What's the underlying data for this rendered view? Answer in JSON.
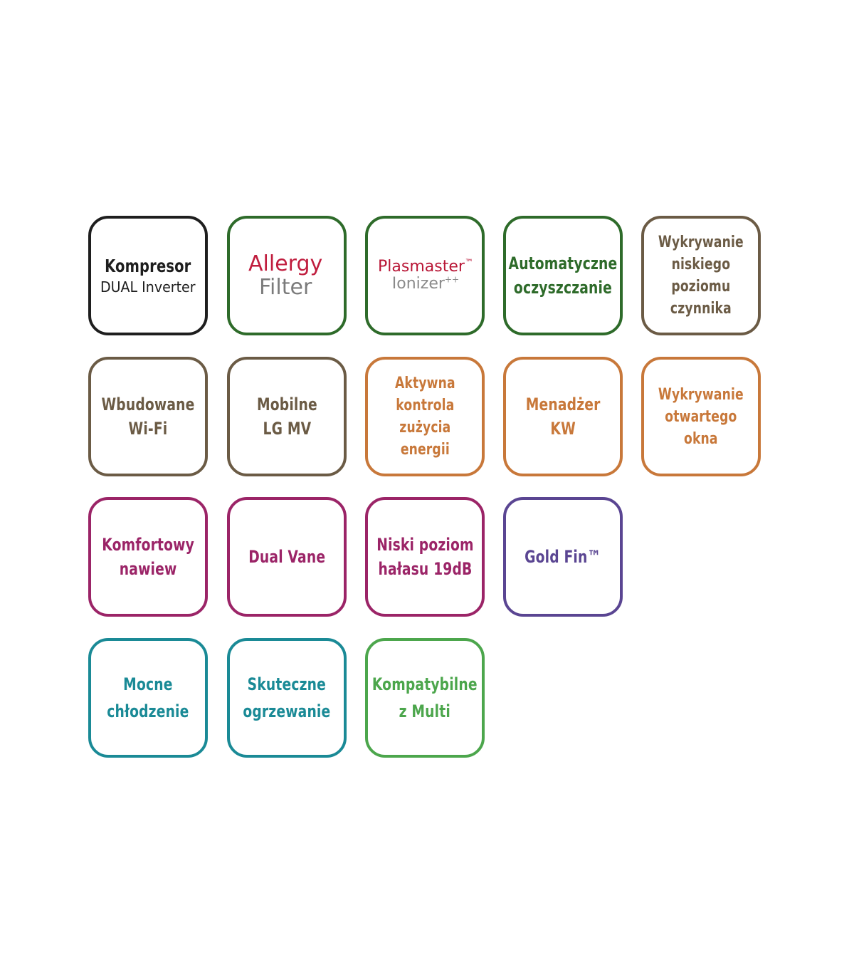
{
  "colors": {
    "black": "#1e1e1e",
    "dark_green": "#2e6b2a",
    "brown": "#6b5b45",
    "orange": "#c8783a",
    "magenta": "#9b2467",
    "purple": "#5a4592",
    "teal": "#1a8a96",
    "light_green": "#4ca64c",
    "allergy_red": "#c01d3e",
    "filter_gray": "#7b7b7b",
    "plasmaster_red": "#b81535",
    "ionizer_gray": "#8a8a8a"
  },
  "tiles": {
    "kompresor": {
      "line1": "Kompresor",
      "line2": "DUAL Inverter"
    },
    "allergy": {
      "line1": "Allergy",
      "line2": "Filter"
    },
    "plasmaster": {
      "line1": "Plasmaster",
      "tm": "™",
      "line2": "Ionizer",
      "plus": "++"
    },
    "auto_clean": {
      "line1": "Automatyczne",
      "line2": "oczyszczanie"
    },
    "refrigerant": {
      "line1": "Wykrywanie",
      "line2": "niskiego",
      "line3": "poziomu",
      "line4": "czynnika"
    },
    "wifi": {
      "line1": "Wbudowane",
      "line2": "Wi-Fi"
    },
    "mobile": {
      "line1": "Mobilne",
      "line2": "LG MV"
    },
    "energy": {
      "line1": "Aktywna",
      "line2": "kontrola",
      "line3": "zużycia",
      "line4": "energii"
    },
    "kw": {
      "line1": "Menadżer",
      "line2": "KW"
    },
    "window": {
      "line1": "Wykrywanie",
      "line2": "otwartego",
      "line3": "okna"
    },
    "comfort": {
      "line1": "Komfortowy",
      "line2": "nawiew"
    },
    "dual_vane": {
      "line1": "Dual Vane"
    },
    "noise": {
      "line1": "Niski poziom",
      "line2": "hałasu 19dB"
    },
    "gold_fin": {
      "line1": "Gold Fin™"
    },
    "cooling": {
      "line1": "Mocne",
      "line2": "chłodzenie"
    },
    "heating": {
      "line1": "Skuteczne",
      "line2": "ogrzewanie"
    },
    "multi": {
      "line1": "Kompatybilne",
      "line2": "z Multi"
    }
  }
}
